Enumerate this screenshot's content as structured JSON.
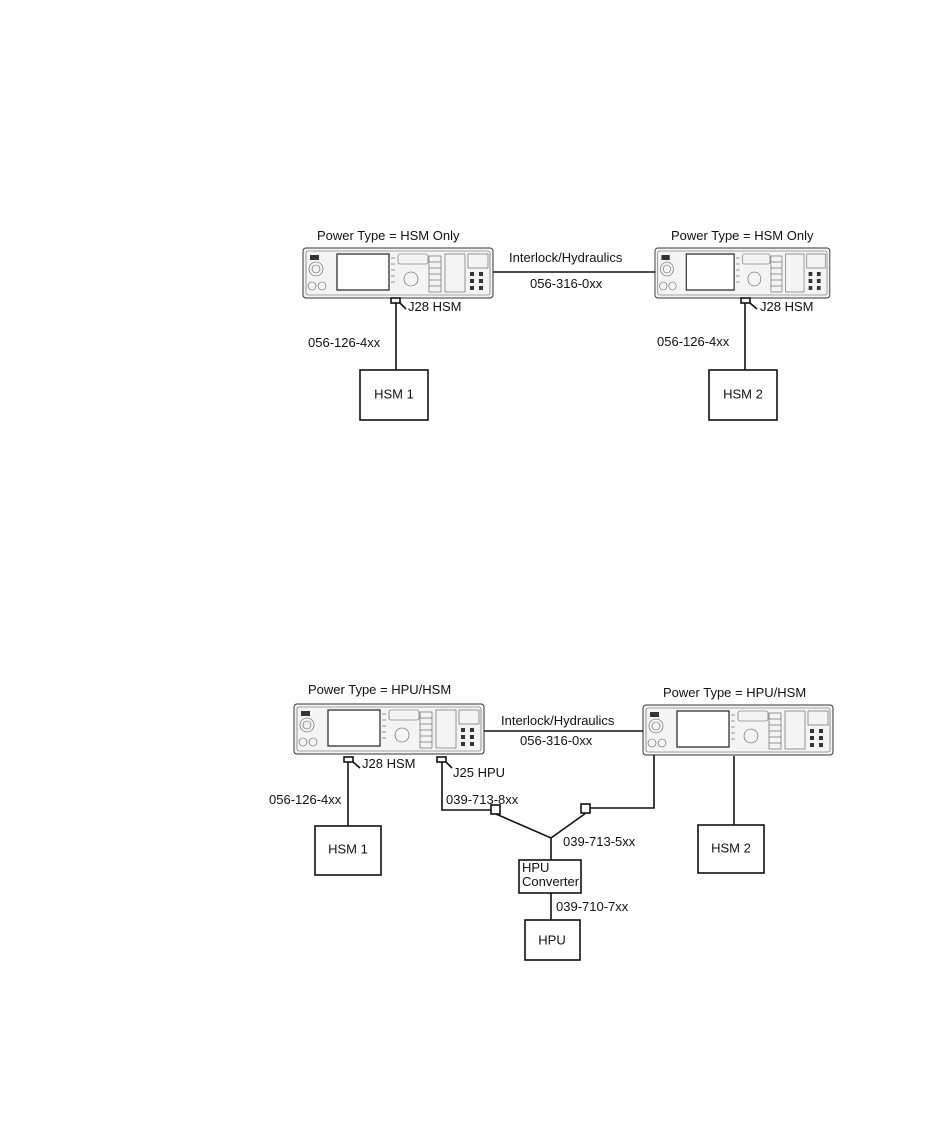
{
  "top": {
    "controller_left_title": "Power Type = HSM  Only",
    "controller_right_title": "Power Type = HSM  Only",
    "link_label": "Interlock/Hydraulics",
    "link_part": "056-316-0xx",
    "connector_left": "J28 HSM",
    "connector_right": "J28 HSM",
    "cable_left": "056-126-4xx",
    "cable_right": "056-126-4xx",
    "hsm_left": "HSM 1",
    "hsm_right": "HSM 2"
  },
  "bottom": {
    "controller_left_title": "Power Type = HPU/HSM",
    "controller_right_title": "Power Type = HPU/HSM",
    "link_label": "Interlock/Hydraulics",
    "link_part": "056-316-0xx",
    "connector_hsm": "J28 HSM",
    "connector_hpu": "J25 HPU",
    "cable_hsm": "056-126-4xx",
    "cable_hpu_branch": "039-713-8xx",
    "cable_y": "039-713-5xx",
    "cable_hpu": "039-710-7xx",
    "hsm_left": "HSM 1",
    "hsm_right": "HSM 2",
    "converter_line1": "HPU",
    "converter_line2": "Converter",
    "hpu": "HPU"
  }
}
